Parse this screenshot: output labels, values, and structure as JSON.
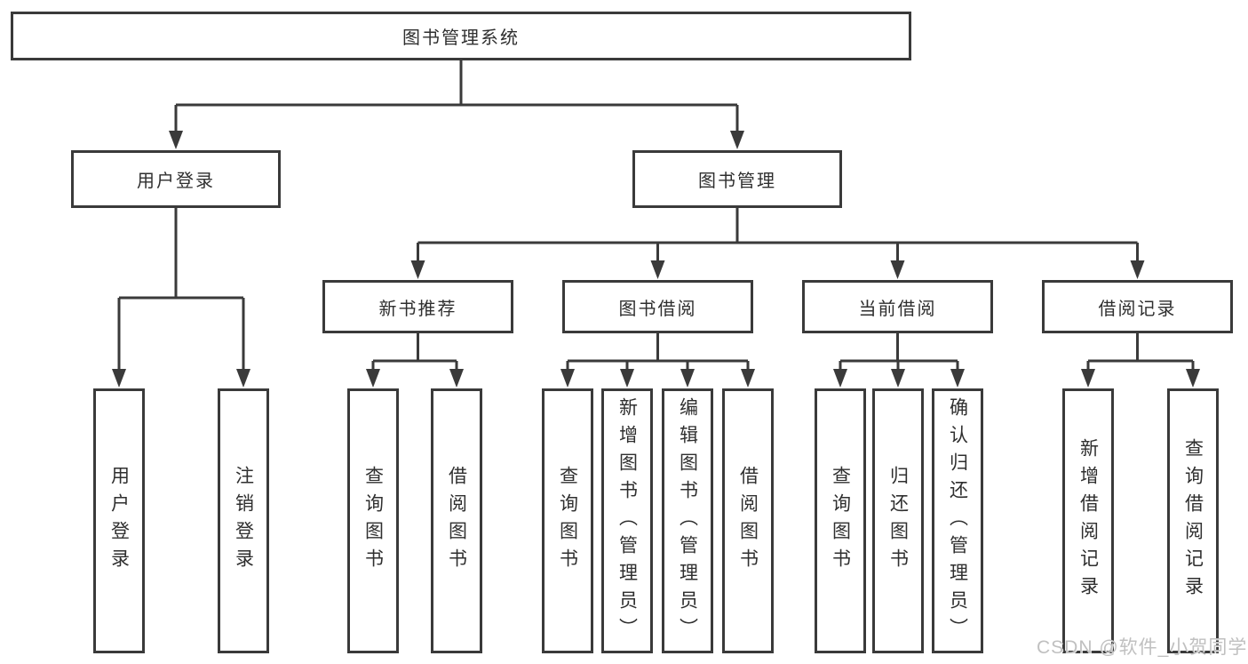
{
  "diagram": {
    "title": "图书管理系统",
    "branches": [
      {
        "label": "用户登录",
        "children": [
          {
            "label": "用户登录"
          },
          {
            "label": "注销登录"
          }
        ]
      },
      {
        "label": "图书管理",
        "children": [
          {
            "label": "新书推荐",
            "children": [
              {
                "label": "查询图书"
              },
              {
                "label": "借阅图书"
              }
            ]
          },
          {
            "label": "图书借阅",
            "children": [
              {
                "label": "查询图书"
              },
              {
                "label": "新增图书（管理员）"
              },
              {
                "label": "编辑图书（管理员）"
              },
              {
                "label": "借阅图书"
              }
            ]
          },
          {
            "label": "当前借阅",
            "children": [
              {
                "label": "查询图书"
              },
              {
                "label": "归还图书"
              },
              {
                "label": "确认归还（管理员）"
              }
            ]
          },
          {
            "label": "借阅记录",
            "children": [
              {
                "label": "新增借阅记录"
              },
              {
                "label": "查询借阅记录"
              }
            ]
          }
        ]
      }
    ]
  },
  "watermark": {
    "text": "CSDN @软件_小贺同学"
  },
  "colors": {
    "line": "#3a3a3a",
    "text": "#2f2f2f",
    "watermark": "#c0c0c0",
    "background": "#ffffff"
  }
}
